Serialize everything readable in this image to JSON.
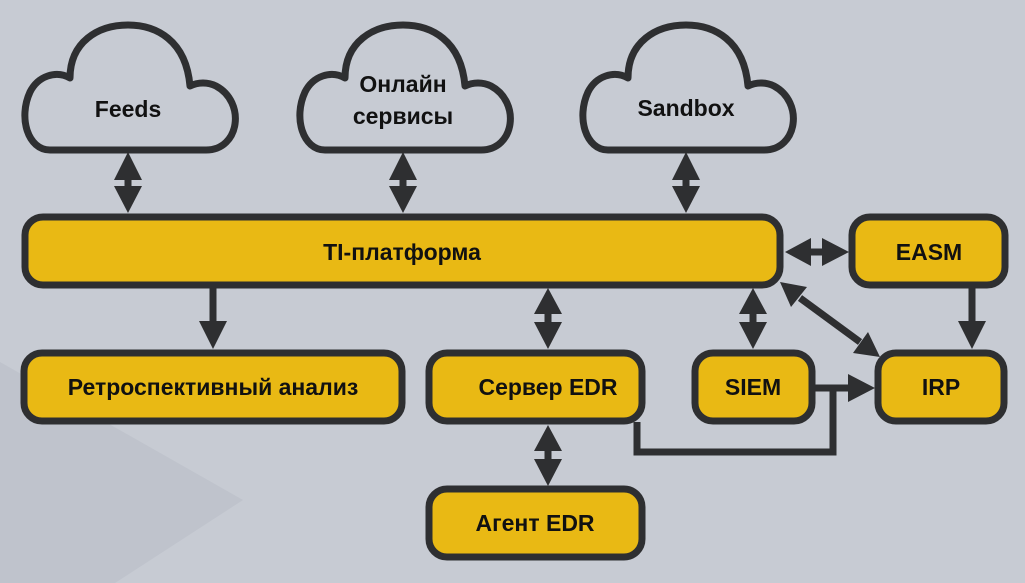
{
  "colors": {
    "background": "#c7cbd3",
    "background_shape": "#bec2cc",
    "node_fill": "#e9b914",
    "stroke": "#2e2f31",
    "cloud_fill": "#c7cbd3",
    "text": "#111111"
  },
  "clouds": [
    {
      "id": "feeds",
      "lines": [
        "Feeds"
      ]
    },
    {
      "id": "online",
      "lines": [
        "Онлайн",
        "сервисы"
      ]
    },
    {
      "id": "sandbox",
      "lines": [
        "Sandbox"
      ]
    }
  ],
  "nodes": [
    {
      "id": "ti",
      "label": "TI-платформа"
    },
    {
      "id": "easm",
      "label": "EASM"
    },
    {
      "id": "retro",
      "label": "Ретроспективный анализ"
    },
    {
      "id": "edr_server",
      "label": "Сервер EDR"
    },
    {
      "id": "siem",
      "label": "SIEM"
    },
    {
      "id": "irp",
      "label": "IRP"
    },
    {
      "id": "edr_agent",
      "label": "Агент EDR"
    }
  ],
  "edges": [
    {
      "from": "feeds",
      "to": "ti",
      "direction": "both"
    },
    {
      "from": "online",
      "to": "ti",
      "direction": "both"
    },
    {
      "from": "sandbox",
      "to": "ti",
      "direction": "both"
    },
    {
      "from": "ti",
      "to": "easm",
      "direction": "both"
    },
    {
      "from": "ti",
      "to": "retro",
      "direction": "forward"
    },
    {
      "from": "ti",
      "to": "edr_server",
      "direction": "both"
    },
    {
      "from": "ti",
      "to": "siem",
      "direction": "both"
    },
    {
      "from": "ti",
      "to": "irp",
      "direction": "both"
    },
    {
      "from": "easm",
      "to": "irp",
      "direction": "forward"
    },
    {
      "from": "siem",
      "to": "irp",
      "direction": "forward"
    },
    {
      "from": "edr_server",
      "to": "irp",
      "direction": "forward"
    },
    {
      "from": "edr_server",
      "to": "edr_agent",
      "direction": "both"
    }
  ]
}
